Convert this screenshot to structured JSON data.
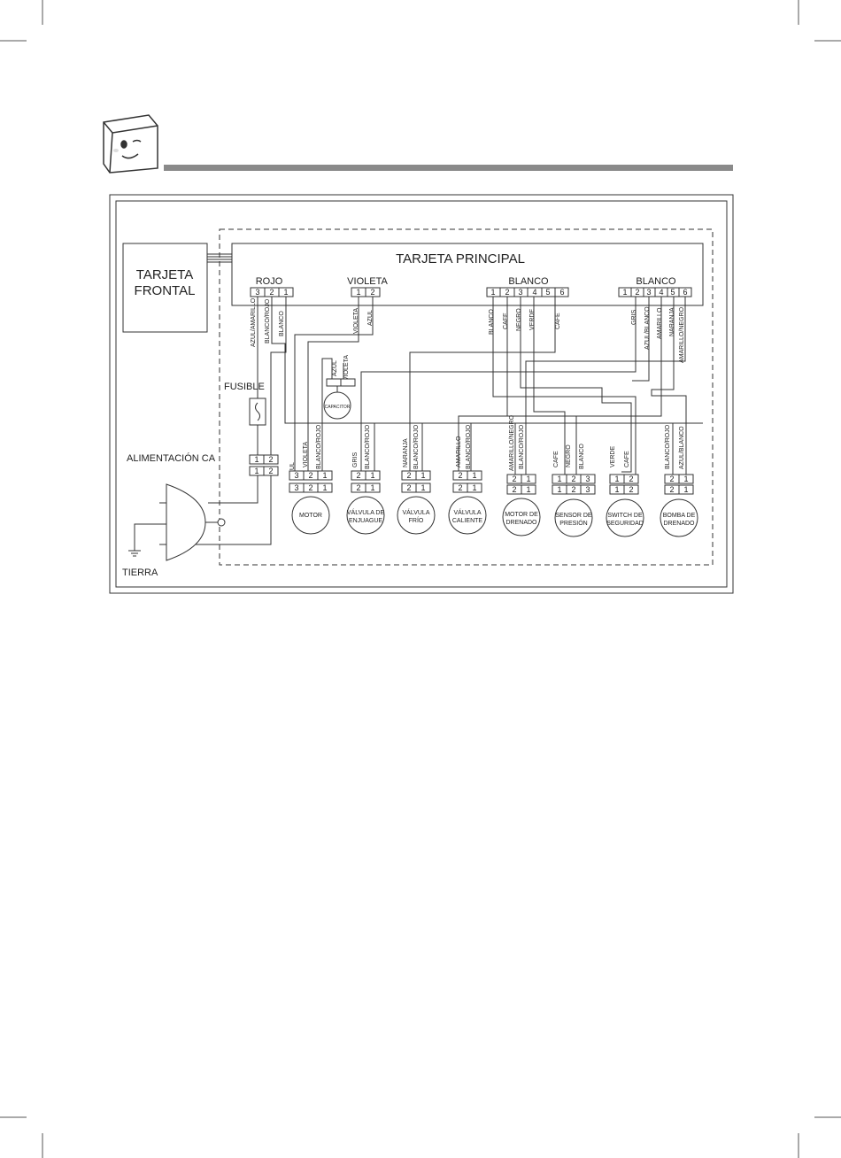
{
  "main_board": {
    "title": "TARJETA PRINCIPAL",
    "connectors": [
      {
        "label": "ROJO",
        "pins": [
          "3",
          "2",
          "1"
        ],
        "wires": [
          "AZUL/AMARILLO",
          "BLANCO/ROJO",
          "BLANCO"
        ]
      },
      {
        "label": "VIOLETA",
        "pins": [
          "1",
          "2"
        ],
        "wires": [
          "VIOLETA",
          "AZUL"
        ]
      },
      {
        "label": "BLANCO",
        "pins": [
          "1",
          "2",
          "3",
          "4",
          "5",
          "6"
        ],
        "wires": [
          "BLANCO",
          "CAFE",
          "NEGRO",
          "VERDE",
          "",
          "CAFE"
        ]
      },
      {
        "label": "BLANCO",
        "pins": [
          "1",
          "2",
          "3",
          "4",
          "5",
          "6"
        ],
        "wires": [
          "",
          "GRIS",
          "AZUL/BLANCO",
          "AMARILLO",
          "NARANJA",
          "AMARILLO/NEGRO"
        ]
      }
    ]
  },
  "front_board": {
    "line1": "TARJETA",
    "line2": "FRONTAL"
  },
  "fuse": {
    "label": "FUSIBLE"
  },
  "capacitor": {
    "label": "CAPACITOR",
    "wires": [
      "AZUL",
      "VIOLETA"
    ]
  },
  "power": {
    "label": "ALIMENTACIÓN CA",
    "pins": [
      "1",
      "2"
    ],
    "pins2": [
      "1",
      "2"
    ]
  },
  "ground": {
    "label": "TIERRA"
  },
  "components": [
    {
      "name": "MOTOR",
      "name2": "",
      "pins": [
        "3",
        "2",
        "1"
      ],
      "wires": [
        "AZUL",
        "VIOLETA",
        "BLANCO/ROJO"
      ]
    },
    {
      "name": "VÁLVULA DE",
      "name2": "ENJUAGUE",
      "pins": [
        "2",
        "1"
      ],
      "wires": [
        "GRIS",
        "BLANCO/ROJO"
      ]
    },
    {
      "name": "VÁLVULA",
      "name2": "FRÍO",
      "pins": [
        "2",
        "1"
      ],
      "wires": [
        "NARANJA",
        "BLANCO/ROJO"
      ]
    },
    {
      "name": "VÁLVULA",
      "name2": "CALIENTE",
      "pins": [
        "2",
        "1"
      ],
      "wires": [
        "AMARILLO",
        "BLANCO/ROJO"
      ]
    },
    {
      "name": "MOTOR DE",
      "name2": "DRENADO",
      "pins": [
        "2",
        "1"
      ],
      "wires": [
        "AMARILLO/NEGRO",
        "BLANCO/ROJO"
      ]
    },
    {
      "name": "SENSOR DE",
      "name2": "PRESIÓN",
      "pins": [
        "1",
        "2",
        "3"
      ],
      "wires": [
        "CAFE",
        "NEGRO",
        "BLANCO"
      ]
    },
    {
      "name": "SWITCH DE",
      "name2": "SEGURIDAD",
      "pins": [
        "1",
        "2"
      ],
      "wires": [
        "VERDE",
        "CAFE"
      ]
    },
    {
      "name": "BOMBA DE",
      "name2": "DRENADO",
      "pins": [
        "2",
        "1"
      ],
      "wires": [
        "BLANCO/ROJO",
        "AZUL/BLANCO"
      ]
    }
  ],
  "colors": {
    "line": "#333333",
    "header_bar": "#8a8a8a"
  },
  "icons": [
    "washing-machine-mascot-icon"
  ]
}
